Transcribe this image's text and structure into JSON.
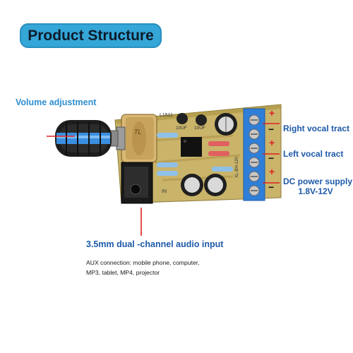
{
  "title": "Product Structure",
  "labels": {
    "volume": "Volume adjustment",
    "right": "Right vocal tract",
    "left": "Left vocal tract",
    "dc_line1": "DC power supply",
    "dc_line2": "1.8V-12V",
    "audio_input": "3.5mm dual -channel audio input"
  },
  "caption": {
    "line1": "AUX connection: mobile phone, computer,",
    "line2": "MP3, tablet, MP4, projector"
  },
  "board_text": {
    "ls_mark": "L1511",
    "cap1": "10UF",
    "cap2": "10UF",
    "in_mark": "IN",
    "side_mark": "XL-BH-120",
    "pot_mark": "TL"
  },
  "terminal_signs": {
    "r_plus": "+",
    "r_minus": "−",
    "l_plus": "+",
    "l_minus": "−",
    "p_plus": "+",
    "p_minus": "−"
  },
  "colors": {
    "accent": "#34a6d8",
    "label_blue": "#2e8fcf",
    "label_navy": "#1e5aa8",
    "pointer_red": "#e02020",
    "pcb": "#c9b46a",
    "terminal_blue": "#2f7fd8"
  }
}
